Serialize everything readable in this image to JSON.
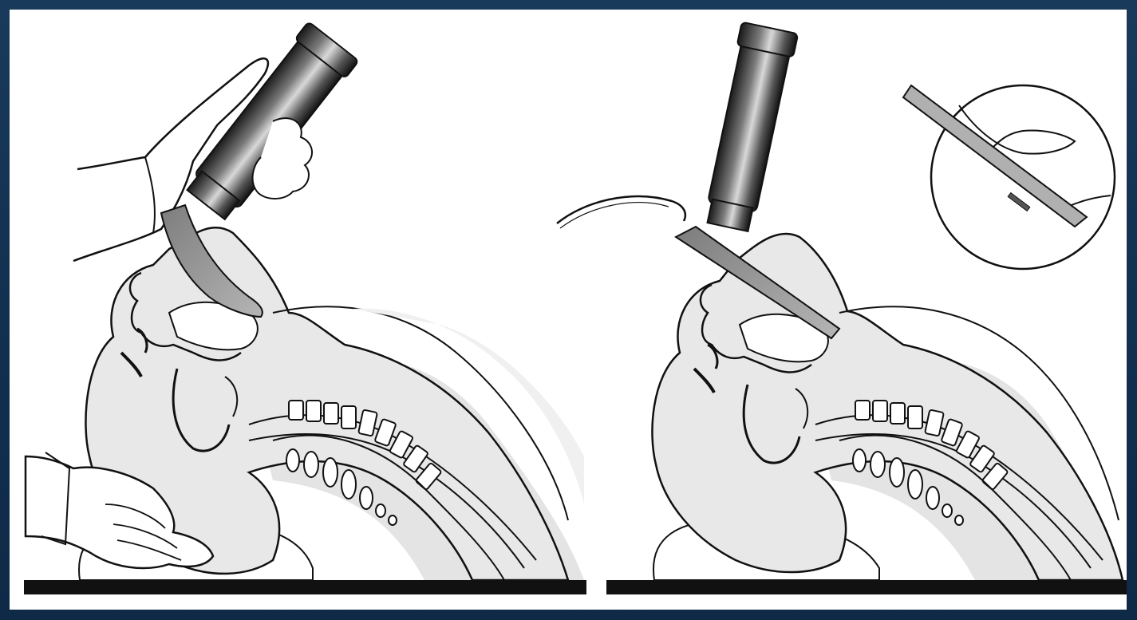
{
  "figure": {
    "panels": [
      {
        "name": "left",
        "subject": "patient-head-tilted",
        "instrument": "curved-laryngoscope-blade",
        "hands": [
          "operator-hand-holding-handle",
          "assistant-hand-supporting-head"
        ]
      },
      {
        "name": "right",
        "subject": "patient-head-tilted",
        "instrument": "straight-laryngoscope-blade",
        "hands": [],
        "inset": "blade-tip-magnified"
      }
    ],
    "colors": {
      "fill": "#e8e8e8",
      "outline": "#111111",
      "handle_dark": "#222222",
      "background": "#ffffff",
      "frame": "#15304d",
      "floor": "#111111"
    }
  }
}
